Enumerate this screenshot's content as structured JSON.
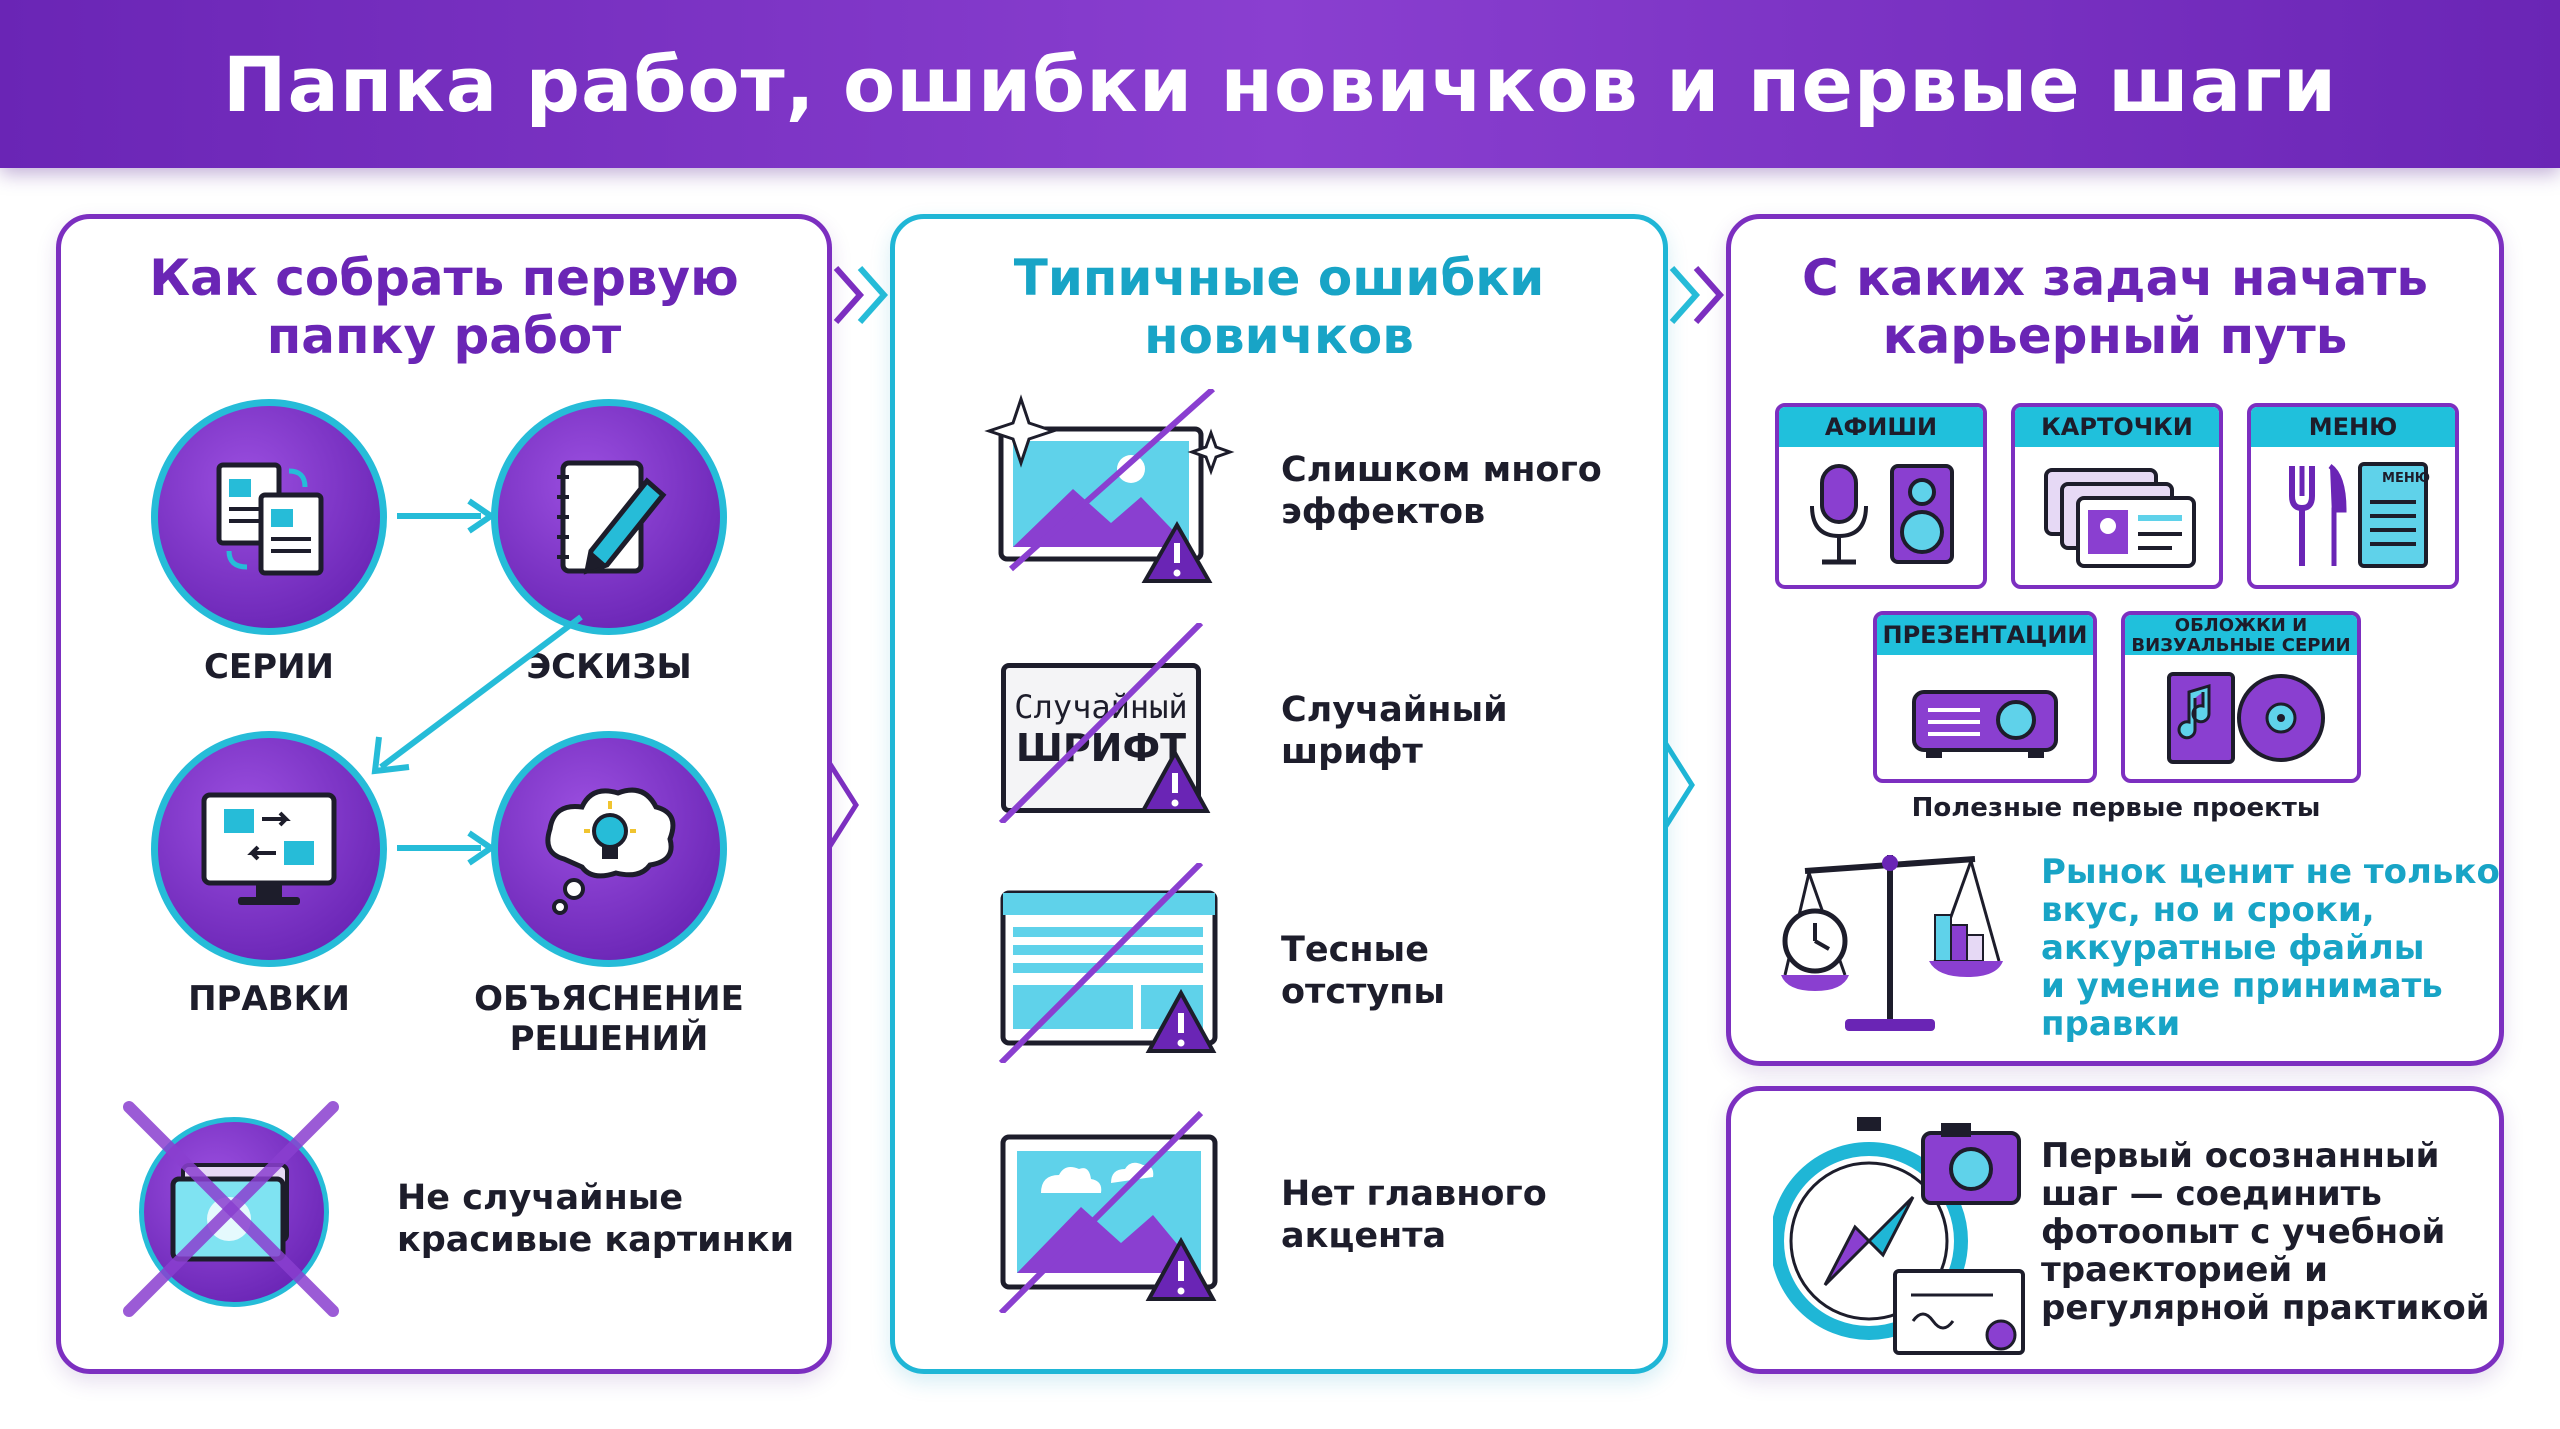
{
  "header": {
    "title": "Папка работ, ошибки новичков и первые шаги"
  },
  "portfolio": {
    "title_line1": "Как собрать первую",
    "title_line2": "папку работ",
    "steps": [
      {
        "label": "СЕРИИ",
        "icon": "documents-icon"
      },
      {
        "label": "ЭСКИЗЫ",
        "icon": "notebook-pencil-icon"
      },
      {
        "label": "ПРАВКИ",
        "icon": "monitor-edits-icon"
      },
      {
        "label_line1": "ОБЪЯСНЕНИЕ",
        "label_line2": "РЕШЕНИЙ",
        "icon": "lightbulb-icon"
      }
    ],
    "not_random_line1": "Не случайные",
    "not_random_line2": "красивые картинки"
  },
  "mistakes": {
    "title_line1": "Типичные ошибки",
    "title_line2": "новичков",
    "items": [
      {
        "line1": "Слишком много",
        "line2": "эффектов"
      },
      {
        "line1": "Случайный",
        "line2": "шрифт",
        "sample1": "Случайный",
        "sample2": "ШРИФТ"
      },
      {
        "line1": "Тесные",
        "line2": "отступы"
      },
      {
        "line1": "Нет главного",
        "line2": "акцента"
      }
    ]
  },
  "career": {
    "title_line1": "С каких задач начать",
    "title_line2": "карьерный путь",
    "tasks": [
      {
        "label": "АФИШИ"
      },
      {
        "label": "КАРТОЧКИ"
      },
      {
        "label": "МЕНЮ",
        "inner": "МЕНЮ"
      },
      {
        "label": "ПРЕЗЕНТАЦИИ"
      },
      {
        "label_line1": "ОБЛОЖКИ И",
        "label_line2": "ВИЗУАЛЬНЫЕ СЕРИИ"
      }
    ],
    "caption": "Полезные первые проекты",
    "market_lines": [
      "Рынок ценит не только",
      "вкус, но и сроки,",
      "аккуратные файлы",
      "и умение принимать",
      "правки"
    ]
  },
  "first_step": {
    "lines": [
      "Первый осознанный",
      "шаг — соединить",
      "фотоопыт с учебной",
      "траекторией и",
      "регулярной практикой"
    ]
  },
  "colors": {
    "purple": "#7c2fc0",
    "teal": "#1fb6d6",
    "dark": "#1d1d2b"
  }
}
